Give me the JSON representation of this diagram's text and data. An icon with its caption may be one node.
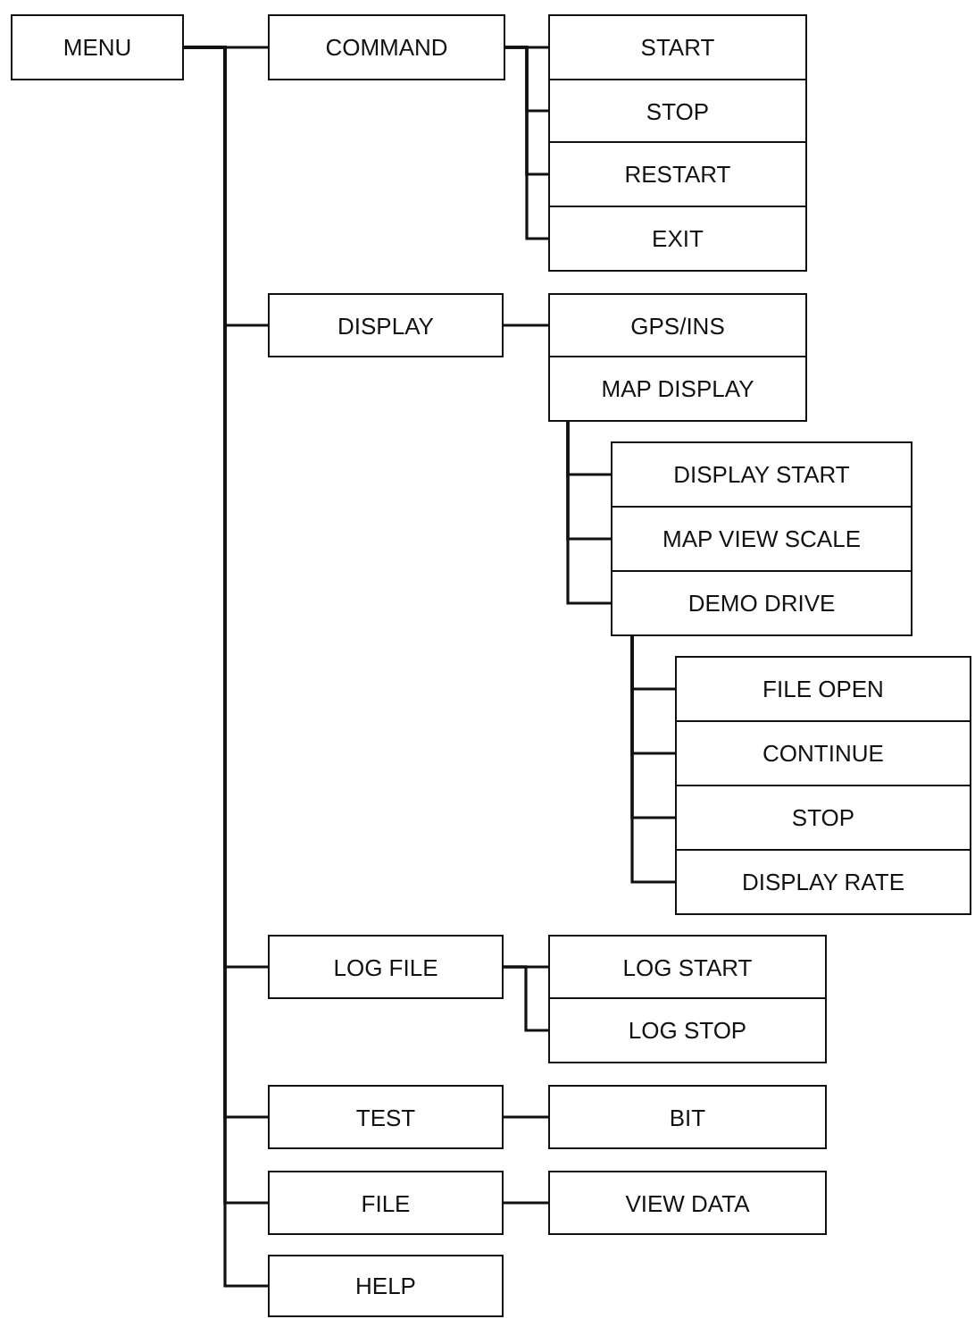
{
  "diagram": {
    "nodes": [
      {
        "text": [
          "MENU"
        ]
      },
      {
        "text": [
          "COMMAND"
        ]
      },
      {
        "text": [
          "START"
        ]
      },
      {
        "text": [
          "STOP"
        ]
      },
      {
        "text": [
          "RESTART"
        ]
      },
      {
        "text": [
          "EXIT"
        ]
      },
      {
        "text": [
          "DISPLAY"
        ]
      },
      {
        "text": [
          "GPS/INS"
        ]
      },
      {
        "text": [
          "MAP DISPLAY"
        ]
      },
      {
        "text": [
          "DISPLAY START"
        ]
      },
      {
        "text": [
          "MAP VIEW SCALE"
        ]
      },
      {
        "text": [
          "DEMO DRIVE"
        ]
      },
      {
        "text": [
          "FILE OPEN"
        ]
      },
      {
        "text": [
          "CONTINUE"
        ]
      },
      {
        "text": [
          "STOP"
        ]
      },
      {
        "text": [
          "DISPLAY RATE"
        ]
      },
      {
        "text": [
          "LOG FILE"
        ]
      },
      {
        "text": [
          "LOG START"
        ]
      },
      {
        "text": [
          "LOG STOP"
        ]
      },
      {
        "text": [
          "TEST"
        ]
      },
      {
        "text": [
          "BIT"
        ]
      },
      {
        "text": [
          "FILE"
        ]
      },
      {
        "text": [
          "VIEW DATA"
        ]
      },
      {
        "text": [
          "HELP"
        ]
      }
    ],
    "edges": [
      {
        "from": 0,
        "to": 1,
        "arrow": "none"
      },
      {
        "from": 0,
        "to": 6,
        "arrow": "none"
      },
      {
        "from": 0,
        "to": 16,
        "arrow": "none"
      },
      {
        "from": 0,
        "to": 19,
        "arrow": "none"
      },
      {
        "from": 0,
        "to": 21,
        "arrow": "none"
      },
      {
        "from": 0,
        "to": 23,
        "arrow": "none"
      },
      {
        "from": 1,
        "to": 2,
        "arrow": "none"
      },
      {
        "from": 1,
        "to": 3,
        "arrow": "none"
      },
      {
        "from": 1,
        "to": 4,
        "arrow": "none"
      },
      {
        "from": 1,
        "to": 5,
        "arrow": "none"
      },
      {
        "from": 6,
        "to": 7,
        "arrow": "none"
      },
      {
        "from": 8,
        "to": 9,
        "arrow": "none"
      },
      {
        "from": 8,
        "to": 10,
        "arrow": "none"
      },
      {
        "from": 8,
        "to": 11,
        "arrow": "none"
      },
      {
        "from": 11,
        "to": 12,
        "arrow": "none"
      },
      {
        "from": 11,
        "to": 13,
        "arrow": "none"
      },
      {
        "from": 11,
        "to": 14,
        "arrow": "none"
      },
      {
        "from": 11,
        "to": 15,
        "arrow": "none"
      },
      {
        "from": 16,
        "to": 17,
        "arrow": "none"
      },
      {
        "from": 16,
        "to": 18,
        "arrow": "none"
      },
      {
        "from": 19,
        "to": 20,
        "arrow": "none"
      },
      {
        "from": 21,
        "to": 22,
        "arrow": "none"
      }
    ]
  }
}
